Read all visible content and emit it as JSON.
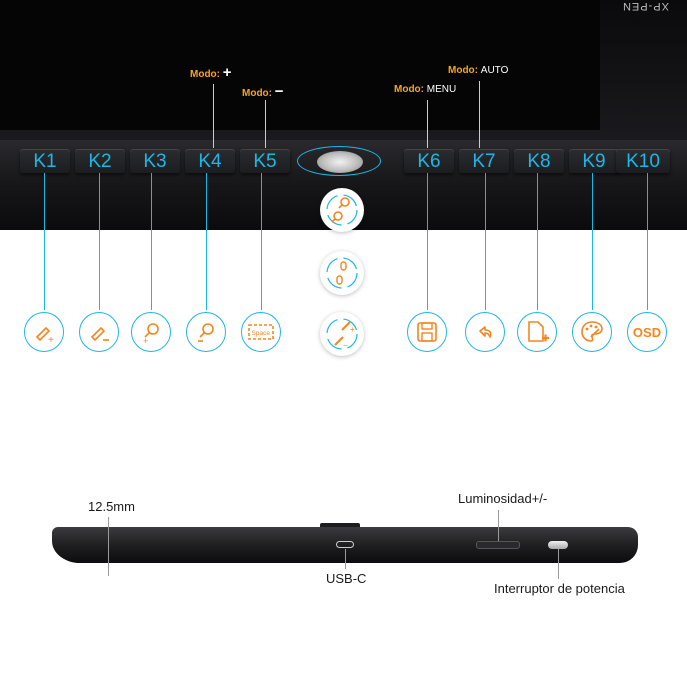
{
  "brand": "XP-PEN",
  "keys": [
    "K1",
    "K2",
    "K3",
    "K4",
    "K5",
    "K6",
    "K7",
    "K8",
    "K9",
    "K10"
  ],
  "modes": {
    "k4": {
      "word": "Modo:",
      "symbol": "+"
    },
    "k5": {
      "word": "Modo:",
      "symbol": "−"
    },
    "k6": {
      "word": "Modo:",
      "value": "MENU"
    },
    "k7": {
      "word": "Modo:",
      "value": "AUTO"
    }
  },
  "icons": [
    "brush-plus-icon",
    "brush-minus-icon",
    "zoom-in-icon",
    "zoom-out-icon",
    "space-key-icon",
    "save-icon",
    "undo-icon",
    "new-file-icon",
    "palette-icon",
    "osd-icon"
  ],
  "icon_labels": {
    "space": "Space",
    "osd": "OSD"
  },
  "side_labels": {
    "thickness": "12.5mm",
    "brightness": "Luminosidad+/-",
    "usb": "USB-C",
    "power": "Interruptor de potencia"
  },
  "colors": {
    "accent": "#1fb6e5",
    "icon": "#f5851f",
    "mode": "#f6a623"
  }
}
